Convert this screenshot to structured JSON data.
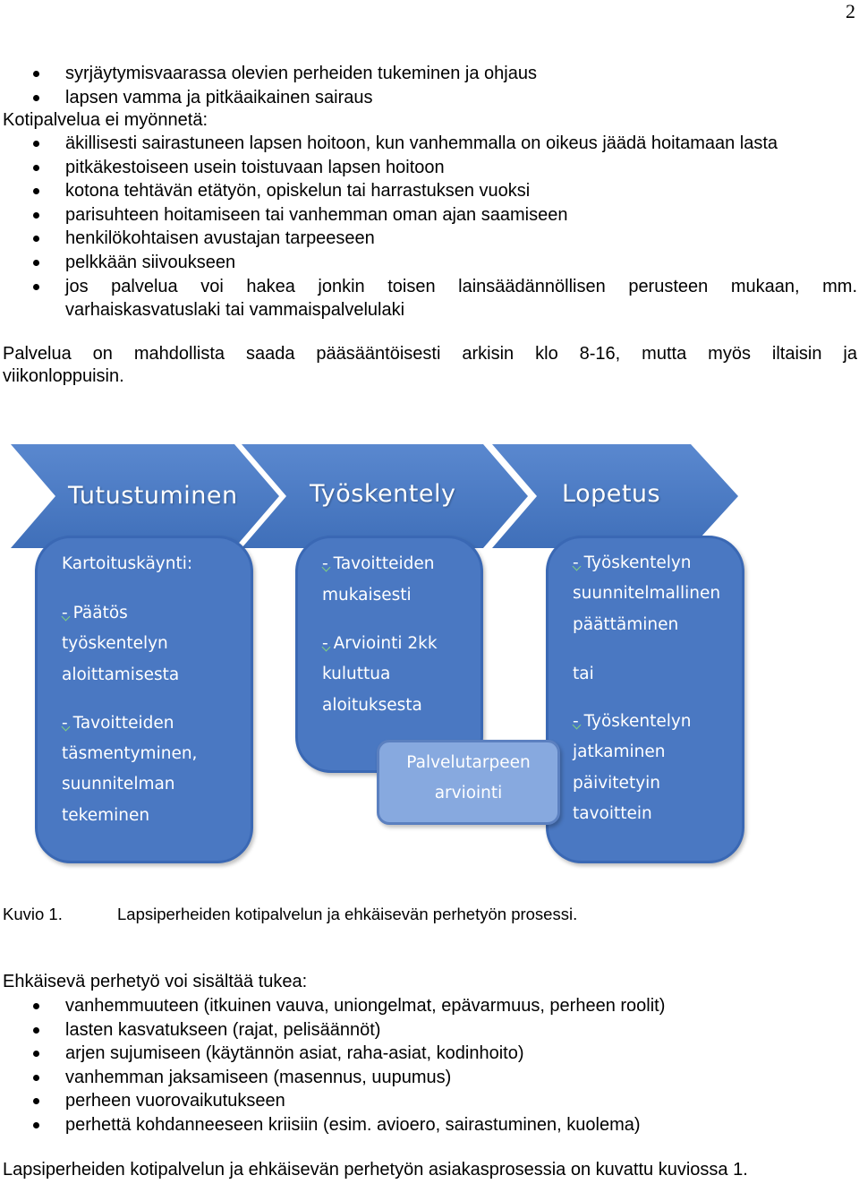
{
  "page_number": "2",
  "top_list": [
    "syrjäytymisvaarassa olevien perheiden tukeminen ja ohjaus",
    "lapsen vamma ja pitkäaikainen sairaus"
  ],
  "not_granted_heading": "Kotipalvelua ei myönnetä:",
  "not_granted_list": [
    "äkillisesti sairastuneen lapsen hoitoon, kun vanhemmalla on oikeus jäädä hoitamaan lasta",
    "pitkäkestoiseen usein toistuvaan lapsen hoitoon",
    "kotona tehtävän etätyön, opiskelun tai harrastuksen vuoksi",
    "parisuhteen hoitamiseen tai vanhemman oman ajan saamiseen",
    "henkilökohtaisen avustajan tarpeeseen",
    "pelkkään siivoukseen",
    "jos palvelua voi hakea jonkin toisen lainsäädännöllisen perusteen mukaan, mm.",
    "varhaiskasvatuslaki tai vammaispalvelulaki"
  ],
  "service_time_line1": "Palvelua on mahdollista saada pääsääntöisesti arkisin klo 8-16, mutta myös iltaisin ja",
  "service_time_line2": "viikonloppuisin.",
  "diagram": {
    "arrow_color": "#4a78c2",
    "steps": [
      {
        "title": "Tutustuminen",
        "lines": [
          "Kartoituskäynti:",
          "",
          "Päätös",
          "työskentelyn",
          "aloittamisesta",
          "",
          "Tavoitteiden",
          "täsmentyminen,",
          "suunnitelman",
          "tekeminen"
        ]
      },
      {
        "title": "Työskentely",
        "lines": [
          "Tavoitteiden",
          "mukaisesti",
          "",
          "Arviointi 2kk",
          "kuluttua",
          "aloituksesta"
        ]
      },
      {
        "title": "Lopetus",
        "lines": [
          "Työskentelyn",
          "suunnitelmallinen",
          "päättäminen",
          "",
          "tai",
          "",
          "Työskentelyn",
          "jatkaminen",
          "päivitetyin",
          "tavoittein"
        ]
      }
    ],
    "assessment_box": [
      "Palvelutarpeen",
      "arviointi"
    ]
  },
  "caption": {
    "label": "Kuvio 1.",
    "text": "Lapsiperheiden kotipalvelun ja ehkäisevän perhetyön prosessi."
  },
  "prevention_heading": "Ehkäisevä perhetyö voi sisältää tukea:",
  "prevention_list": [
    "vanhemmuuteen (itkuinen vauva, uniongelmat, epävarmuus, perheen roolit)",
    "lasten kasvatukseen (rajat, pelisäännöt)",
    "arjen sujumiseen (käytännön asiat, raha-asiat, kodinhoito)",
    "vanhemman jaksamiseen (masennus, uupumus)",
    "perheen vuorovaikutukseen",
    "perhettä kohdanneeseen kriisiin (esim. avioero, sairastuminen, kuolema)"
  ],
  "closing_sentence": "Lapsiperheiden kotipalvelun ja ehkäisevän perhetyön asiakasprosessia on kuvattu kuviossa 1."
}
